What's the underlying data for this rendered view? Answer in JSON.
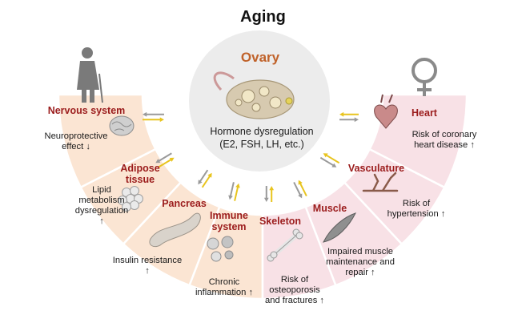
{
  "title": "Aging",
  "center": {
    "name": "Ovary",
    "text": "Hormone dysregulation\n(E2, FSH, LH, etc.)"
  },
  "organs": [
    {
      "name": "Nervous system",
      "effect": "Neuroprotective\neffect ↓",
      "icon": "brain-icon"
    },
    {
      "name": "Adipose\ntissue",
      "effect": "Lipid\nmetabolism\ndysregulation\n↑",
      "icon": "adipose-cells-icon"
    },
    {
      "name": "Pancreas",
      "effect": "Insulin resistance\n↑",
      "icon": "pancreas-icon"
    },
    {
      "name": "Immune\nsystem",
      "effect": "Chronic\ninflammation ↑",
      "icon": "immune-cells-icon"
    },
    {
      "name": "Skeleton",
      "effect": "Risk of\nosteoporosis\nand fractures ↑",
      "icon": "bone-icon"
    },
    {
      "name": "Muscle",
      "effect": "Impaired muscle\nmaintenance and\nrepair ↑",
      "icon": "muscle-icon"
    },
    {
      "name": "Vasculature",
      "effect": "Risk of\nhypertension ↑",
      "icon": "blood-vessel-icon"
    },
    {
      "name": "Heart",
      "effect": "Risk of coronary\nheart disease ↑",
      "icon": "heart-icon"
    }
  ],
  "icons": {
    "elderly": "elderly-woman-icon",
    "female": "female-symbol-icon",
    "ovary": "ovary-icon",
    "arrows": "bidirectional-arrows-icon"
  },
  "colors": {
    "title": "#111111",
    "ovary_label": "#c0622a",
    "organ_label": "#9b1c1c",
    "center_disk": "#ececec",
    "segment_left": "#fbe5d3",
    "segment_right": "#f8e1e6",
    "arrow_gray": "#9a9a9a",
    "arrow_yellow": "#e8c41f"
  }
}
